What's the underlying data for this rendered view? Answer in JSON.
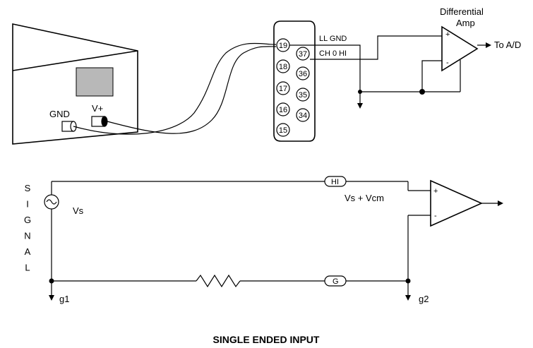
{
  "top_diagram": {
    "amp_label_line1": "Differential",
    "amp_label_line2": "Amp",
    "amp_output_label": "To A/D",
    "amp_plus": "+",
    "amp_minus": "-",
    "connector_label_gnd": "LL GND",
    "connector_label_ch": "CH 0 HI",
    "connector_pins": [
      "19",
      "37",
      "18",
      "36",
      "17",
      "35",
      "16",
      "34",
      "15"
    ],
    "source_gnd_label": "GND",
    "source_vplus_label": "V+"
  },
  "bottom_diagram": {
    "signal_letters": [
      "S",
      "I",
      "G",
      "N",
      "A",
      "L"
    ],
    "source_label": "Vs",
    "hi_tag": "HI",
    "g_tag": "G",
    "sum_label": "Vs + Vcm",
    "amp_plus": "+",
    "amp_minus": "-",
    "ground1_label": "g1",
    "ground2_label": "g2"
  },
  "caption": "SINGLE ENDED INPUT"
}
